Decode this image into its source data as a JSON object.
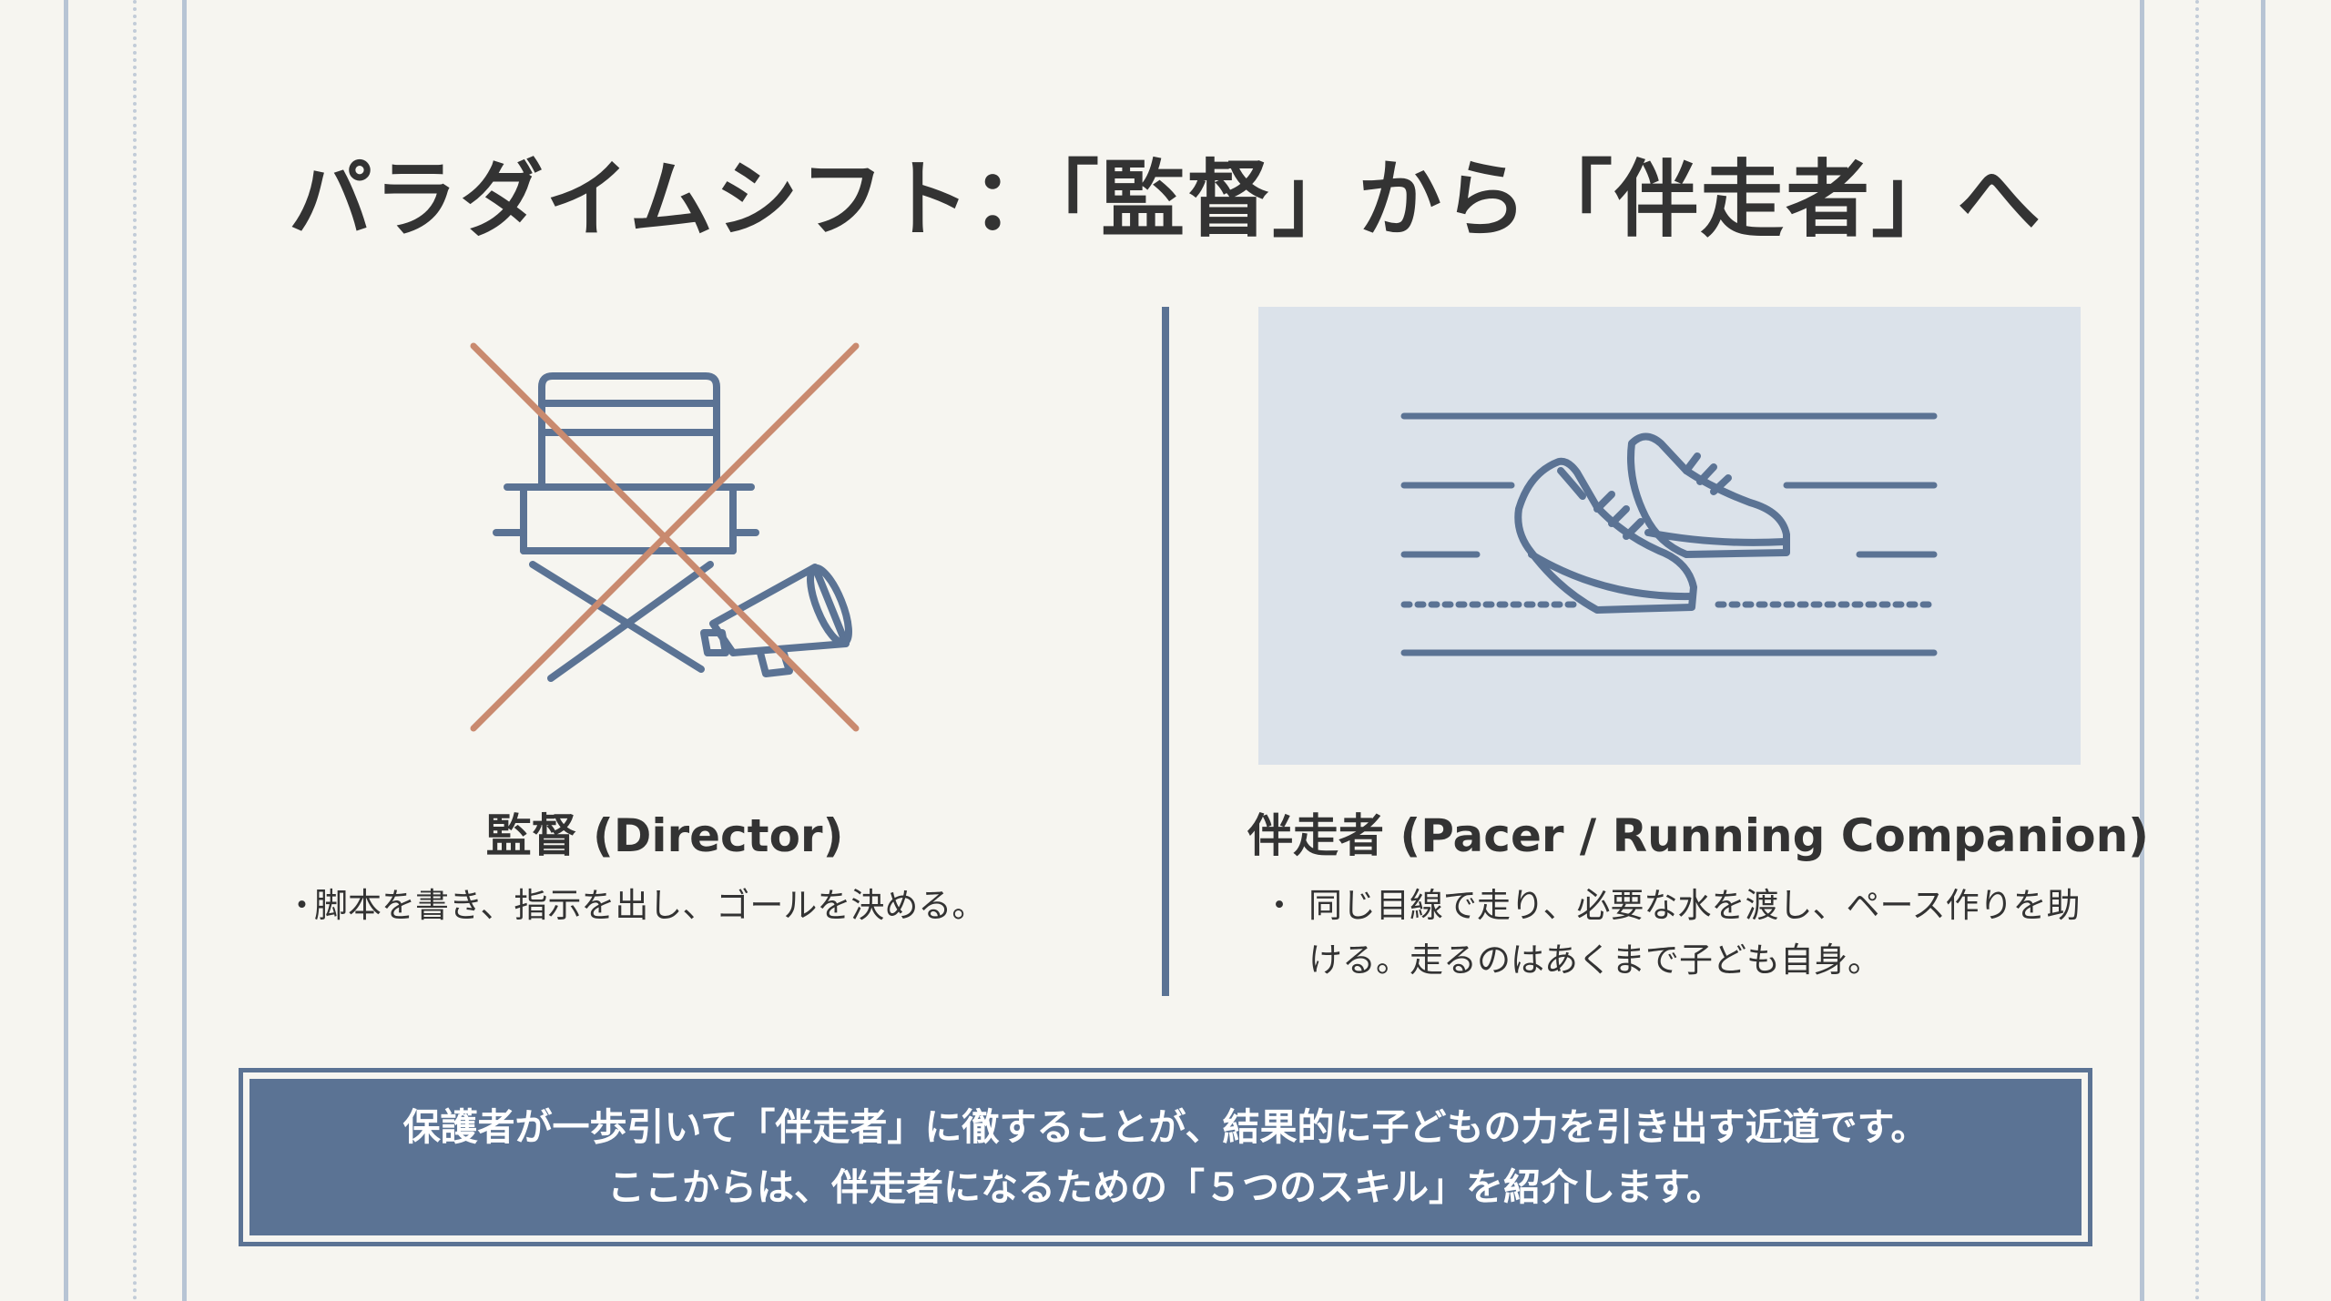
{
  "title": "パラダイムシフト：「監督」から「伴走者」へ",
  "left": {
    "icons": [
      "directors-chair-icon",
      "megaphone-icon",
      "cross-mark-icon"
    ],
    "heading": "監督 (Director)",
    "bullet": "・",
    "description": "脚本を書き、指示を出し、ゴールを決める。"
  },
  "right": {
    "icons": [
      "running-shoes-icon",
      "running-track-icon"
    ],
    "heading": "伴走者 (Pacer / Running Companion)",
    "bullet": "・",
    "description": "同じ目線で走り、必要な水を渡し、ペース作りを助ける。走るのはあくまで子ども自身。"
  },
  "banner": {
    "line1": "保護者が一歩引いて「伴走者」に徹することが、結果的に子どもの力を引き出す近道です。",
    "line2": "ここからは、伴走者になるための「５つのスキル」を紹介します。"
  },
  "colors": {
    "background": "#f6f5f0",
    "accent": "#5b7394",
    "cross": "#c98a6f",
    "panel": "#dbe2ea",
    "text": "#333333",
    "border_lines": "#b7c4d4"
  }
}
